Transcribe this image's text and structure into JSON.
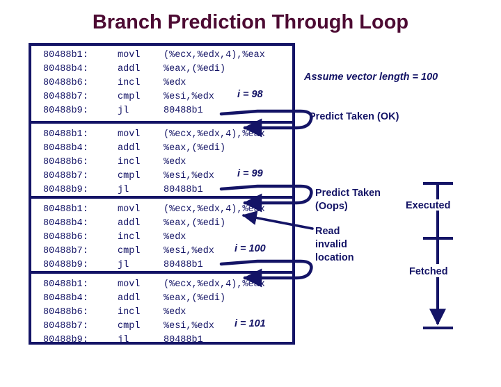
{
  "title": "Branch Prediction Through Loop",
  "colors": {
    "title": "#4d0b33",
    "ink": "#141466",
    "background": "#ffffff"
  },
  "code": {
    "columns": [
      "address",
      "mnemonic",
      "operands"
    ],
    "blocks": [
      {
        "iteration_label": "i = 98",
        "lines": [
          {
            "addr": "80488b1:",
            "mnem": "movl",
            "ops": "(%ecx,%edx,4),%eax"
          },
          {
            "addr": "80488b4:",
            "mnem": "addl",
            "ops": "%eax,(%edi)"
          },
          {
            "addr": "80488b6:",
            "mnem": "incl",
            "ops": "%edx"
          },
          {
            "addr": "80488b7:",
            "mnem": "cmpl",
            "ops": "%esi,%edx"
          },
          {
            "addr": "80488b9:",
            "mnem": "jl",
            "ops": "80488b1"
          }
        ]
      },
      {
        "iteration_label": "i = 99",
        "lines": [
          {
            "addr": "80488b1:",
            "mnem": "movl",
            "ops": "(%ecx,%edx,4),%eax"
          },
          {
            "addr": "80488b4:",
            "mnem": "addl",
            "ops": "%eax,(%edi)"
          },
          {
            "addr": "80488b6:",
            "mnem": "incl",
            "ops": "%edx"
          },
          {
            "addr": "80488b7:",
            "mnem": "cmpl",
            "ops": "%esi,%edx"
          },
          {
            "addr": "80488b9:",
            "mnem": "jl",
            "ops": "80488b1"
          }
        ]
      },
      {
        "iteration_label": "i = 100",
        "lines": [
          {
            "addr": "80488b1:",
            "mnem": "movl",
            "ops": "(%ecx,%edx,4),%eax"
          },
          {
            "addr": "80488b4:",
            "mnem": "addl",
            "ops": "%eax,(%edi)"
          },
          {
            "addr": "80488b6:",
            "mnem": "incl",
            "ops": "%edx"
          },
          {
            "addr": "80488b7:",
            "mnem": "cmpl",
            "ops": "%esi,%edx"
          },
          {
            "addr": "80488b9:",
            "mnem": "jl",
            "ops": "80488b1"
          }
        ]
      },
      {
        "iteration_label": "i = 101",
        "lines": [
          {
            "addr": "80488b1:",
            "mnem": "movl",
            "ops": "(%ecx,%edx,4),%eax"
          },
          {
            "addr": "80488b4:",
            "mnem": "addl",
            "ops": "%eax,(%edi)"
          },
          {
            "addr": "80488b6:",
            "mnem": "incl",
            "ops": "%edx"
          },
          {
            "addr": "80488b7:",
            "mnem": "cmpl",
            "ops": "%esi,%edx"
          },
          {
            "addr": "80488b9:",
            "mnem": "jl",
            "ops": "80488b1"
          }
        ]
      }
    ]
  },
  "annotations": {
    "assume": "Assume vector length = 100",
    "predict_taken_ok": "Predict Taken (OK)",
    "predict_taken_oops": "Predict Taken\n(Oops)",
    "read_invalid": "Read\ninvalid\nlocation",
    "executed": "Executed",
    "fetched": "Fetched"
  }
}
